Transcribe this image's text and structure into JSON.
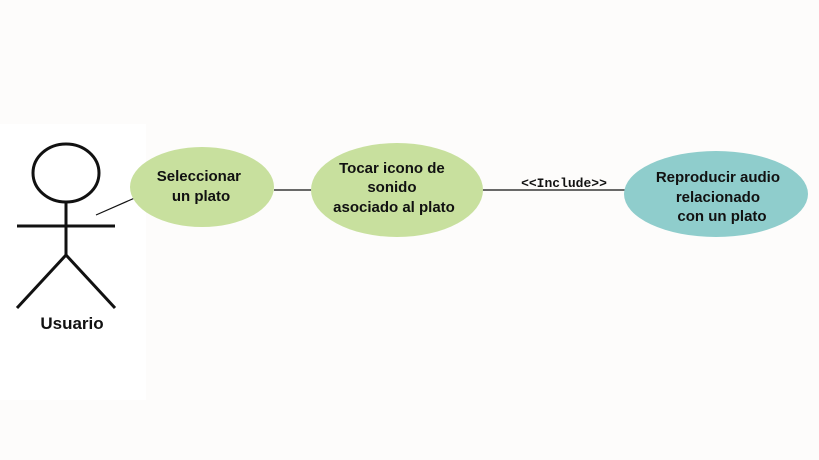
{
  "actor": {
    "name": "Usuario"
  },
  "use_cases": [
    {
      "lines": [
        "Seleccionar",
        "un plato"
      ]
    },
    {
      "lines": [
        "Tocar icono de",
        "sonido",
        "asociado al plato"
      ]
    },
    {
      "lines": [
        "Reproducir audio",
        "relacionado",
        "con un plato"
      ]
    }
  ],
  "relations": {
    "include_label": "<<Include>>"
  },
  "colors": {
    "use_case_green": "#c8e09e",
    "use_case_teal": "#8fcdcc",
    "line": "#111111"
  }
}
